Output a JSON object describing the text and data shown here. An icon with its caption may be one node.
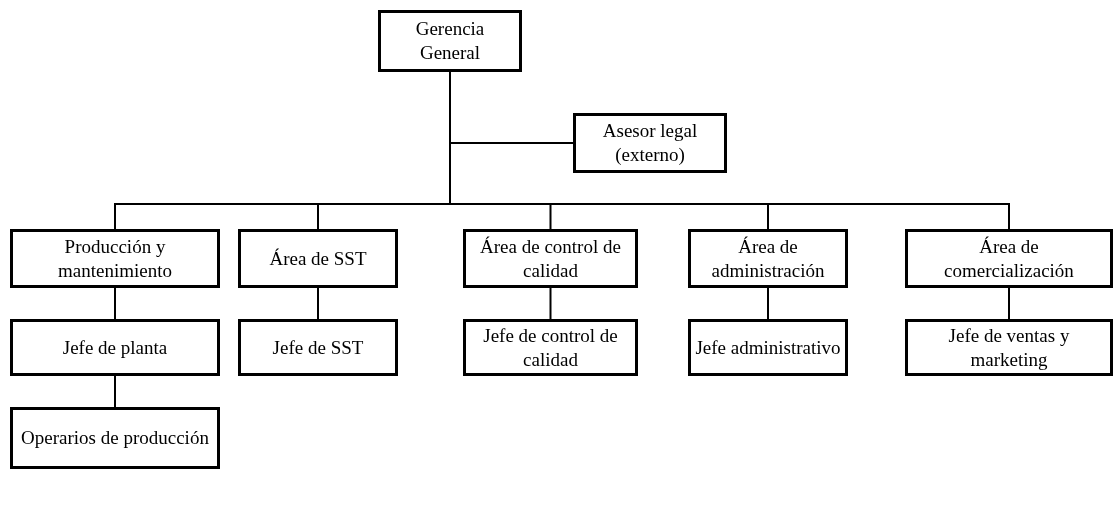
{
  "diagram": {
    "nodes": [
      {
        "text": [
          "Gerencia General"
        ]
      },
      {
        "text": [
          "Asesor legal (externo)"
        ]
      },
      {
        "text": [
          "Producción y mantenimiento"
        ]
      },
      {
        "text": [
          "Área de SST"
        ]
      },
      {
        "text": [
          "Área de control de calidad"
        ]
      },
      {
        "text": [
          "Área de administración"
        ]
      },
      {
        "text": [
          "Área de comercialización"
        ]
      },
      {
        "text": [
          "Jefe de planta"
        ]
      },
      {
        "text": [
          "Jefe de SST"
        ]
      },
      {
        "text": [
          "Jefe de control de calidad"
        ]
      },
      {
        "text": [
          "Jefe administrativo"
        ]
      },
      {
        "text": [
          "Jefe de ventas y marketing"
        ]
      },
      {
        "text": [
          "Operarios de producción"
        ]
      }
    ],
    "edges": [
      {
        "from": 0,
        "to": 1,
        "arrow": "none"
      },
      {
        "from": 0,
        "to": 2,
        "arrow": "none"
      },
      {
        "from": 0,
        "to": 3,
        "arrow": "none"
      },
      {
        "from": 0,
        "to": 4,
        "arrow": "none"
      },
      {
        "from": 0,
        "to": 5,
        "arrow": "none"
      },
      {
        "from": 0,
        "to": 6,
        "arrow": "none"
      },
      {
        "from": 2,
        "to": 7,
        "arrow": "none"
      },
      {
        "from": 3,
        "to": 8,
        "arrow": "none"
      },
      {
        "from": 4,
        "to": 9,
        "arrow": "none"
      },
      {
        "from": 5,
        "to": 10,
        "arrow": "none"
      },
      {
        "from": 6,
        "to": 11,
        "arrow": "none"
      },
      {
        "from": 7,
        "to": 12,
        "arrow": "none"
      }
    ]
  }
}
